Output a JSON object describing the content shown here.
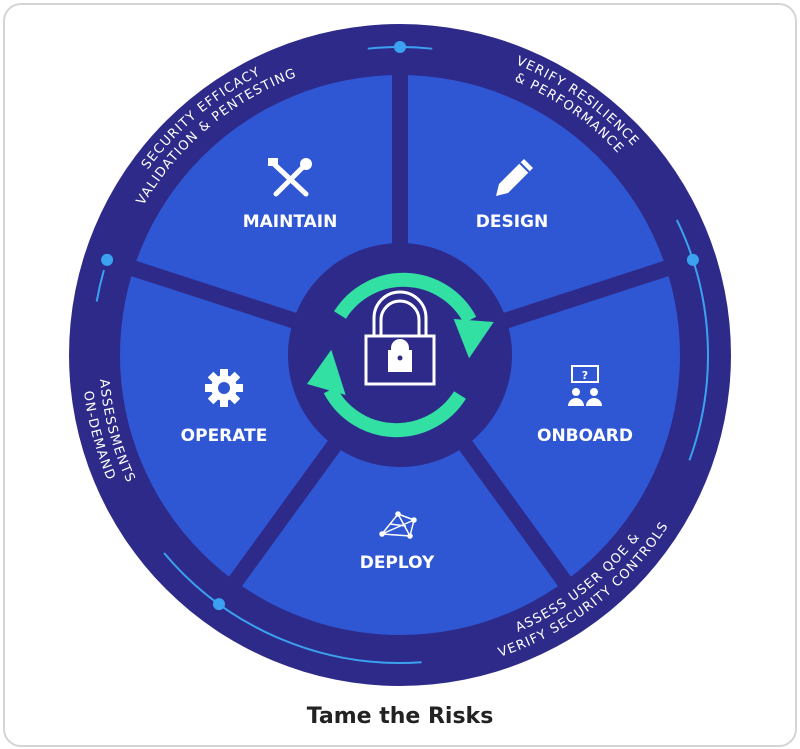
{
  "caption": "Tame the Risks",
  "colors": {
    "ring": "#2e2a8a",
    "segment": "#2f56d3",
    "accent_line": "#3aa2f0",
    "arrows": "#31e0a2"
  },
  "segments": [
    {
      "label": "MAINTAIN",
      "icon": "tools-icon"
    },
    {
      "label": "DESIGN",
      "icon": "pencil-icon"
    },
    {
      "label": "ONBOARD",
      "icon": "people-chat-icon"
    },
    {
      "label": "DEPLOY",
      "icon": "network-icon"
    },
    {
      "label": "OPERATE",
      "icon": "gear-icon"
    }
  ],
  "center_icon": "lock-refresh-icon",
  "ring_labels": {
    "security": [
      "SECURITY EFFICACY",
      "VALIDATION & PENTESTING"
    ],
    "verify": [
      "VERIFY RESILIENCE",
      "& PERFORMANCE"
    ],
    "ondemand": [
      "ON-DEMAND",
      "ASSESSMENTS"
    ],
    "assess": [
      "ASSESS USER QOE &",
      "VERIFY SECURITY CONTROLS"
    ]
  }
}
